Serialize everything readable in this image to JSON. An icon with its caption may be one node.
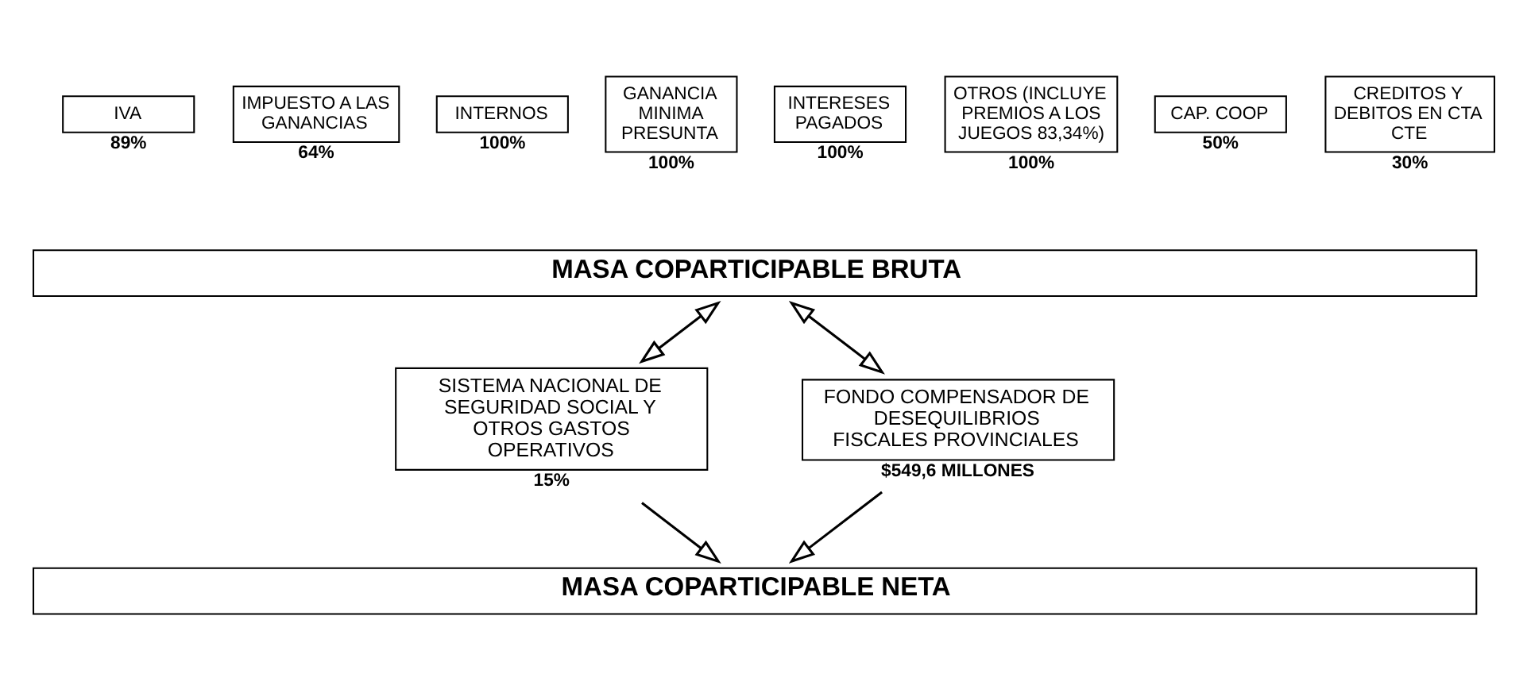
{
  "diagram": {
    "nodes": [
      {
        "text": [
          "IVA"
        ],
        "beside": [
          "89%"
        ]
      },
      {
        "text": [
          "IMPUESTO A LAS GANANCIAS"
        ],
        "beside": [
          "64%"
        ]
      },
      {
        "text": [
          "INTERNOS"
        ],
        "beside": [
          "100%"
        ]
      },
      {
        "text": [
          "GANANCIA MINIMA PRESUNTA"
        ],
        "beside": [
          "100%"
        ]
      },
      {
        "text": [
          "INTERESES PAGADOS"
        ],
        "beside": [
          "100%"
        ]
      },
      {
        "text": [
          "OTROS (INCLUYE PREMIOS A LOS JUEGOS 83,34%)"
        ],
        "beside": [
          "100%"
        ]
      },
      {
        "text": [
          "CAP. COOP"
        ],
        "beside": [
          "50%"
        ]
      },
      {
        "text": [
          "CREDITOS Y DEBITOS EN CTA CTE"
        ],
        "beside": [
          "30%"
        ]
      },
      {
        "text": [
          "MASA COPARTICIPABLE BRUTA"
        ]
      },
      {
        "text": [
          "SISTEMA NACIONAL DE SEGURIDAD SOCIAL Y OTROS GASTOS OPERATIVOS"
        ],
        "beside": [
          "15%"
        ]
      },
      {
        "text": [
          "FONDO COMPENSADOR DE DESEQUILIBRIOS FISCALES PROVINCIALES"
        ],
        "beside": [
          "$549,6 MILLONES"
        ]
      },
      {
        "text": [
          "MASA COPARTICIPABLE NETA"
        ]
      }
    ],
    "edges": [
      {
        "from": 8,
        "to": 9,
        "arrow": "both"
      },
      {
        "from": 8,
        "to": 10,
        "arrow": "both"
      },
      {
        "from": 9,
        "to": 11,
        "arrow": "to"
      },
      {
        "from": 10,
        "to": 11,
        "arrow": "to"
      }
    ]
  }
}
